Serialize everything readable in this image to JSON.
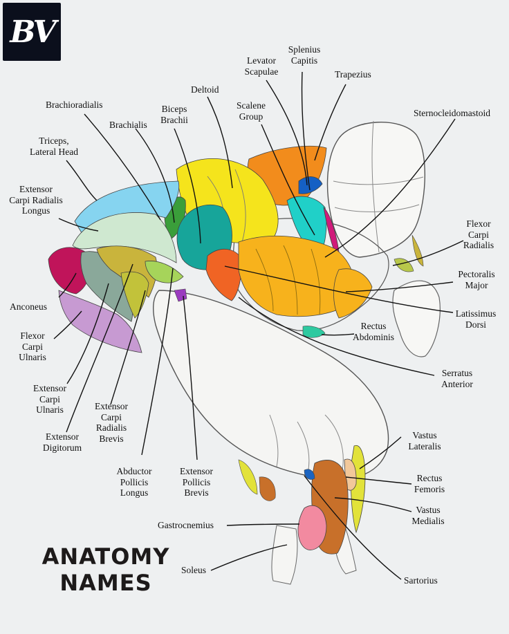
{
  "logo": {
    "text": "BV"
  },
  "title": {
    "line1": "ANATOMY",
    "line2": "NAMES"
  },
  "labels": {
    "splenius_capitis": "Splenius\nCapitis",
    "levator_scapulae": "Levator\nScapulae",
    "trapezius": "Trapezius",
    "deltoid": "Deltoid",
    "scalene_group": "Scalene\nGroup",
    "sternocleidomastoid": "Sternocleidomastoid",
    "brachioradialis": "Brachioradialis",
    "biceps_brachii": "Biceps\nBrachii",
    "brachialis": "Brachialis",
    "triceps_lateral_head": "Triceps,\nLateral Head",
    "extensor_carpi_radialis_longus": "Extensor\nCarpi Radialis\nLongus",
    "flexor_carpi_radialis": "Flexor\nCarpi\nRadialis",
    "pectoralis_major": "Pectoralis\nMajor",
    "anconeus": "Anconeus",
    "latissimus_dorsi": "Latissimus\nDorsi",
    "rectus_abdominis": "Rectus\nAbdominis",
    "flexor_carpi_ulnaris": "Flexor\nCarpi\nUlnaris",
    "serratus_anterior": "Serratus\nAnterior",
    "extensor_carpi_ulnaris": "Extensor\nCarpi\nUlnaris",
    "extensor_carpi_radialis_brevis": "Extensor\nCarpi\nRadialis\nBrevis",
    "extensor_digitorum": "Extensor\nDigitorum",
    "vastus_lateralis": "Vastus\nLateralis",
    "abductor_pollicis_longus": "Abductor\nPollicis\nLongus",
    "extensor_pollicis_brevis": "Extensor\nPollicis\nBrevis",
    "rectus_femoris": "Rectus\nFemoris",
    "vastus_medialis": "Vastus\nMedialis",
    "gastrocnemius": "Gastrocnemius",
    "soleus": "Soleus",
    "sartorius": "Sartorius"
  },
  "colors": {
    "background": "#eef0f1",
    "trapezius": "#f28c1c",
    "deltoid": "#f5e41c",
    "brachialis": "#3a9e3a",
    "biceps": "#17a59a",
    "triceps": "#86d4f0",
    "ecrl": "#cfe8d0",
    "anconeus": "#c0145a",
    "fcu": "#c79ad2",
    "ecu": "#8aa89a",
    "extensor_digitorum": "#c9b43c",
    "ecrb": "#c2c23a",
    "apl": "#a6d45a",
    "epb": "#9b3bbf",
    "pectoralis": "#f7b21c",
    "serratus": "#f06424",
    "scalene": "#20d0c8",
    "levator": "#1560c4",
    "scm": "#d01a7a",
    "flexor_carpi_radialis": "#b8c84a",
    "vastus_lateralis": "#e2e23a",
    "rectus_femoris": "#f2c89a",
    "vastus_medialis": "#c8702a",
    "gastrocnemius": "#f28aa0",
    "soleus": "#d8a86a",
    "sartorius": "#1c64c0",
    "logo_bg": "#0b0f1c",
    "title_text": "#1d1a1a"
  }
}
